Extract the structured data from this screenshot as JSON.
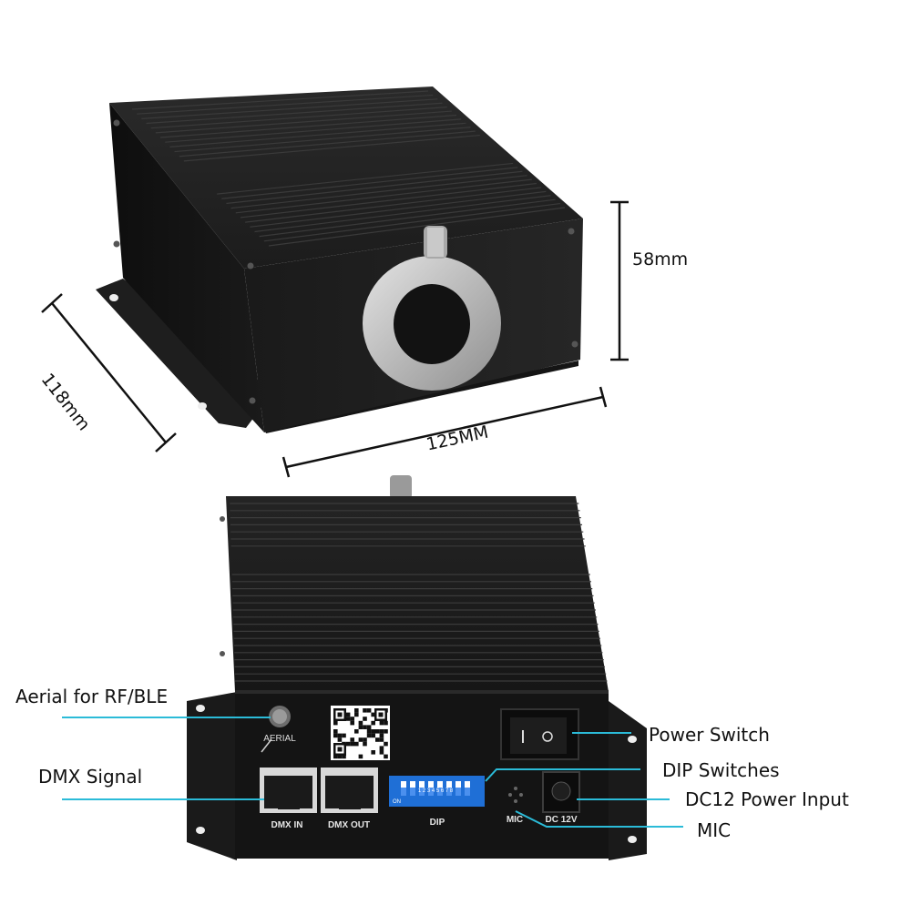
{
  "dimensions": {
    "height": "58mm",
    "length": "118mm",
    "width": "125MM"
  },
  "callouts": [
    {
      "id": "aerial",
      "text": "Aerial for RF/BLE"
    },
    {
      "id": "dmx",
      "text": "DMX Signal"
    },
    {
      "id": "power_switch",
      "text": "Power Switch"
    },
    {
      "id": "dip",
      "text": "DIP Switches"
    },
    {
      "id": "dc_input",
      "text": "DC12 Power Input"
    },
    {
      "id": "mic",
      "text": "MIC"
    }
  ],
  "panel_labels": {
    "aerial": "AERIAL",
    "dmx_in": "DMX IN",
    "dmx_out": "DMX OUT",
    "dip": "DIP",
    "dip_on": "ON",
    "dip_numbers": "1 2 3 4 5 6 7 8",
    "mic": "MIC",
    "dc": "DC 12V"
  },
  "colors": {
    "callout_line": "#2bbbd8",
    "housing": "#1c1c1c",
    "dip_body": "#1f6fd6"
  }
}
